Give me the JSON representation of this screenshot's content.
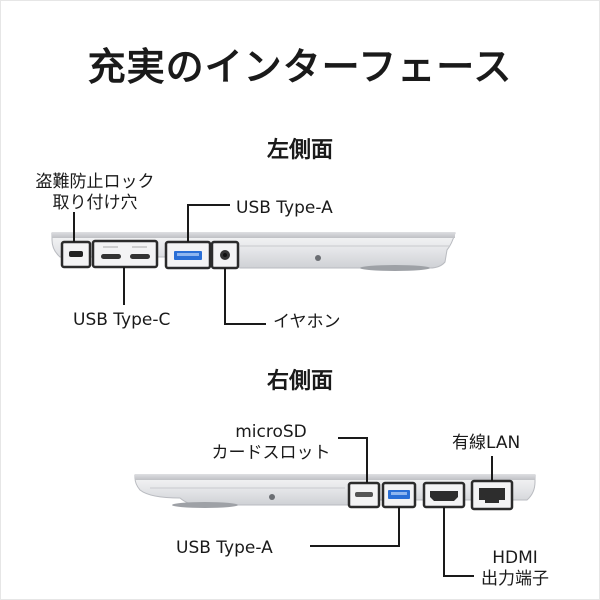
{
  "title": "充実のインターフェース",
  "left_side": {
    "heading": "左側面",
    "labels": {
      "lock_line1": "盗難防止ロック",
      "lock_line2": "取り付け穴",
      "usb_a": "USB Type-A",
      "usb_c": "USB Type-C",
      "earphone": "イヤホン"
    }
  },
  "right_side": {
    "heading": "右側面",
    "labels": {
      "microsd_line1": "microSD",
      "microsd_line2": "カードスロット",
      "lan": "有線LAN",
      "usb_a": "USB Type-A",
      "hdmi_line1": "HDMI",
      "hdmi_line2": "出力端子"
    }
  },
  "colors": {
    "usb_a_accent": "#2a6fd6",
    "laptop_body": "#e9eaec",
    "port_frame": "#2b2b2b"
  }
}
